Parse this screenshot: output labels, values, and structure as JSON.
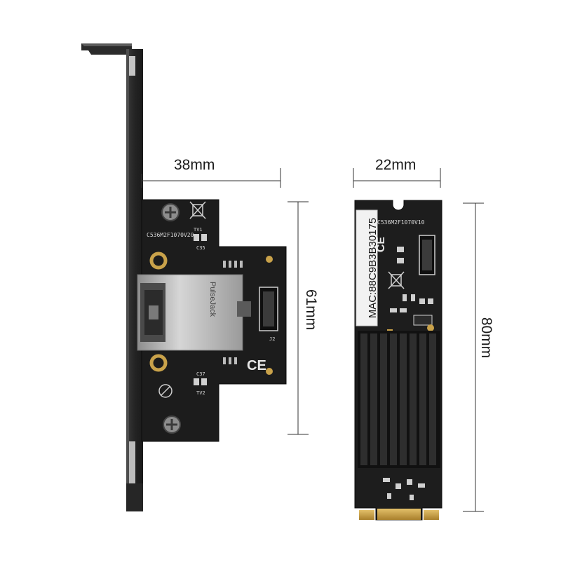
{
  "dimensions": {
    "bracket_width": "38mm",
    "bracket_height": "61mm",
    "m2_width": "22mm",
    "m2_length": "80mm"
  },
  "labels": {
    "mac": "MAC:88C9B3B30175",
    "pcb_code_left": "C536M2F1070V20",
    "pcb_code_right": "C536M2F1070V10",
    "tv1": "TV1",
    "tv2": "TV2",
    "c35": "C35",
    "c37": "C37",
    "j2": "J2",
    "jack_brand": "PulseJack",
    "ce": "CE"
  },
  "colors": {
    "pcb": "#1b1b1b",
    "bracket": "#2a2a2a",
    "gold": "#c9a24a",
    "jack_metal": "#b9b9b9"
  }
}
